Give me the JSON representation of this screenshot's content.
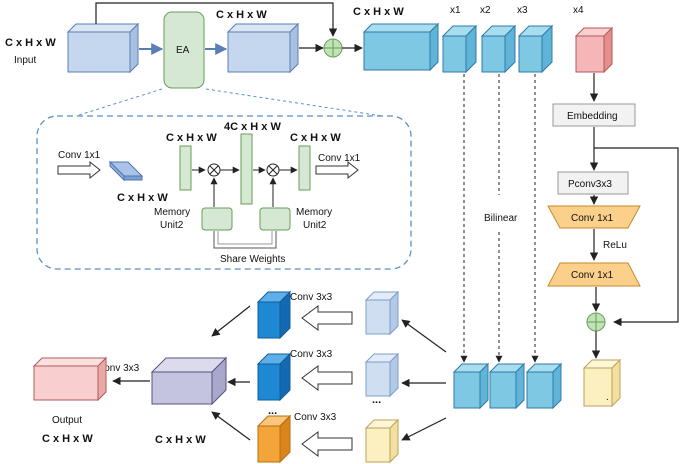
{
  "labels": {
    "input_dims": "C x H x W",
    "input": "Input",
    "ea": "EA",
    "ea_out_dims": "C x H x W",
    "fused_dims": "C x H x W",
    "x1": "x1",
    "x2": "x2",
    "x3": "x3",
    "x4": "x4",
    "embedding": "Embedding",
    "pconv": "Pconv3x3",
    "conv1x1_a": "Conv 1x1",
    "relu": "ReLu",
    "conv1x1_b": "Conv 1x1",
    "bilinear": "Bilinear",
    "ea_detail": {
      "conv_in": "Conv 1x1",
      "input_dims": "C x H x W",
      "mem1_dims": "C x H x W",
      "mid_dims": "4C x H x W",
      "mem2_dims": "C x H x W",
      "conv_out": "Conv 1x1",
      "memory_unit_1": [
        "Memory",
        "Unit2"
      ],
      "memory_unit_2": [
        "Memory",
        "Unit2"
      ],
      "share_weights": "Share Weights"
    },
    "conv3x3": [
      "Conv 3x3",
      "Conv 3x3",
      "Conv 3x3"
    ],
    "output_conv": "Conv 3x3",
    "ellipsis_mid": "...",
    "ellipsis_right": "...",
    "output": "Output",
    "output_dims": "C x H x W",
    "merge_dims": "C x H x W",
    "small_block_mark": "."
  },
  "colors": {
    "input_block": "#c5d6ef",
    "ea_block": "#d5e8d4",
    "feature_block": "#7ec8e3",
    "x4_block": "#f4b6b6",
    "memory_unit": "#d5e8d4",
    "blue_out": "#1e88d4",
    "orange_out": "#f4a53a",
    "merge_block": "#c5c4de",
    "output_block": "#f8cece",
    "light_blue": "#cfdff1",
    "light_yellow": "#fcefc0",
    "yellow_small": "#fcefc0",
    "conv_trapezoid": "#fbd08a",
    "dashed_border": "#5b8fc9"
  }
}
